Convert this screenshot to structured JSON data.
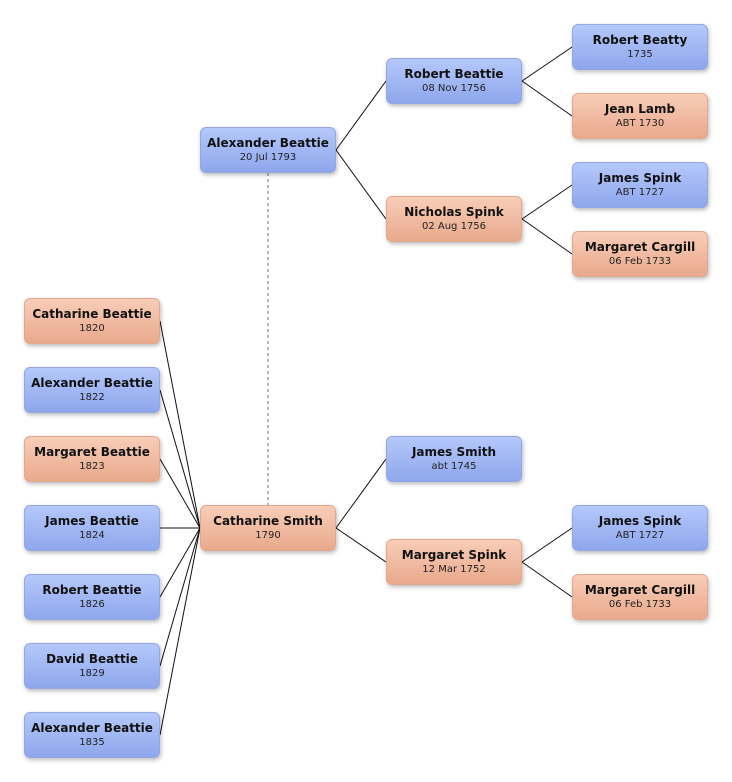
{
  "people": {
    "p1": {
      "name": "Robert Beatty",
      "date": "1735",
      "sex": "m"
    },
    "p2": {
      "name": "Jean Lamb",
      "date": "ABT 1730",
      "sex": "f"
    },
    "p3": {
      "name": "James Spink",
      "date": "ABT 1727",
      "sex": "m"
    },
    "p4": {
      "name": "Margaret Cargill",
      "date": "06 Feb 1733",
      "sex": "f"
    },
    "p5": {
      "name": "Robert Beattie",
      "date": "08 Nov 1756",
      "sex": "m"
    },
    "p6": {
      "name": "Nicholas Spink",
      "date": "02 Aug 1756",
      "sex": "f"
    },
    "p7": {
      "name": "Alexander Beattie",
      "date": "20 Jul 1793",
      "sex": "m"
    },
    "p8": {
      "name": "Catharine Beattie",
      "date": "1820",
      "sex": "f"
    },
    "p9": {
      "name": "Alexander Beattie",
      "date": "1822",
      "sex": "m"
    },
    "p10": {
      "name": "Margaret Beattie",
      "date": "1823",
      "sex": "f"
    },
    "p11": {
      "name": "James Beattie",
      "date": "1824",
      "sex": "m"
    },
    "p12": {
      "name": "Robert Beattie",
      "date": "1826",
      "sex": "m"
    },
    "p13": {
      "name": "David Beattie",
      "date": "1829",
      "sex": "m"
    },
    "p14": {
      "name": "Alexander Beattie",
      "date": "1835",
      "sex": "m"
    },
    "p15": {
      "name": "Catharine Smith",
      "date": "1790",
      "sex": "f"
    },
    "p16": {
      "name": "James Smith",
      "date": "abt 1745",
      "sex": "m"
    },
    "p17": {
      "name": "Margaret Spink",
      "date": "12 Mar 1752",
      "sex": "f"
    },
    "p18": {
      "name": "James Spink",
      "date": "ABT 1727",
      "sex": "m"
    },
    "p19": {
      "name": "Margaret Cargill",
      "date": "06 Feb 1733",
      "sex": "f"
    }
  },
  "relations": {
    "parents": [
      {
        "child": "p7",
        "parents": [
          "p5",
          "p6"
        ]
      },
      {
        "child": "p5",
        "parents": [
          "p1",
          "p2"
        ]
      },
      {
        "child": "p6",
        "parents": [
          "p3",
          "p4"
        ]
      },
      {
        "child": "p15",
        "parents": [
          "p16",
          "p17"
        ]
      },
      {
        "child": "p17",
        "parents": [
          "p18",
          "p19"
        ]
      }
    ],
    "children_of_p15": [
      "p8",
      "p9",
      "p10",
      "p11",
      "p12",
      "p13",
      "p14"
    ],
    "spouses": [
      [
        "p7",
        "p15"
      ]
    ]
  },
  "colors": {
    "male": "#9bb2f0",
    "female": "#efb79e",
    "line": "#111111",
    "spouse_line": "#777777"
  }
}
